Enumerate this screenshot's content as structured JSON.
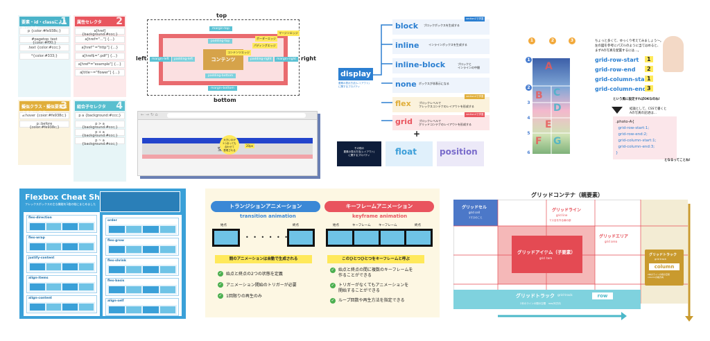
{
  "selectors": {
    "box1_title": "要素・id・classによるセレクタ",
    "box1_num": "1",
    "box1_rows": [
      "p {color:#fe938c;}",
      "#pagetop_text {color:#f00;}",
      ".text {color:#ccc;}",
      "*{color:#333;}"
    ],
    "box2_title": "属性セレクタ",
    "box2_num": "2",
    "box2_rows": [
      "a[href] {background:#ccc;}",
      "a[href=\"...\"] {...}",
      "a[href^=\"http\"] {...}",
      "a[href$=\".pdf\"] {...}",
      "a[href*=\"example\"] {...}",
      "a[title~=\"flower\"] {...}"
    ],
    "box3_title": "擬似クラス・擬似要素によるセレクタ",
    "box3_num": "3",
    "box3_rows": [
      "a:hover {color:#fe938c;}",
      "p::before {color:#fe938c;}"
    ],
    "box4_title": "組合子セレクタ",
    "box4_num": "4",
    "box4_rows": [
      "p a {background:#ccc;}",
      "p > a {background:#ccc;}",
      "p + a {background:#ccc;}",
      "p ~ a {background:#ccc;}"
    ]
  },
  "boxmodel": {
    "top": "top",
    "bottom": "bottom",
    "left": "left",
    "right": "right",
    "margin_top": "margin-top",
    "padding_top": "padding-top",
    "margin_left": "margin-left",
    "padding_left": "padding-left",
    "content": "コンテンツ",
    "padding_right": "padding-right",
    "margin_right": "margin-right",
    "padding_bottom": "padding-bottom",
    "margin_bottom": "margin-bottom",
    "border_edge": "ボーダーエッジ",
    "margin_edge": "マージンエッジ",
    "padding_edge": "パディングエッジ",
    "content_edge": "コンテンツエッジ"
  },
  "emptyelem": {
    "label": "空の要素",
    "bubble": "大きいのが\n2つあっても\n合わせて\n表現される",
    "tag": "20px"
  },
  "display": {
    "title": "display",
    "subtitle": "要素の表示方法(レイアウト)\nに関するプロパティ",
    "items": [
      {
        "name": "block",
        "desc": "ブロックボックスを生成する",
        "tag": "section2で学習"
      },
      {
        "name": "inline",
        "desc": "インラインボックスを生成する",
        "tag": ""
      },
      {
        "name": "inline-block",
        "desc": "ブロックと\nインラインの中間",
        "tag": ""
      },
      {
        "name": "none",
        "desc": "ボックスが非表示になる",
        "tag": ""
      },
      {
        "name": "flex",
        "desc": "ブロックレベルで\nフレックスコンテナのレイアウトを形成する",
        "tag": "section4で学習"
      },
      {
        "name": "grid",
        "desc": "ブロックレベルで\nグリッドコンテナのレイアウトを形成する",
        "tag": "section4で学習"
      }
    ],
    "plus": "+",
    "bottom_left": "その他の\n要素の表示方法(レイアウト)\nに関するプロパティ",
    "float": "float",
    "position": "position"
  },
  "gridphoto": {
    "intro": "ちょっと多くて、ゆっくり考えてみましょう～。\n左の図を参考にパズルのように当てはめると、\nまずAの写真を配置するには…。",
    "lines": [
      {
        "prop": "grid-row-start",
        "val": "1"
      },
      {
        "prop": "grid-row-end",
        "val": "2"
      },
      {
        "prop": "grid-column-start",
        "val": "1"
      },
      {
        "prop": "grid-column-end",
        "val": "3"
      }
    ],
    "note": "という風に設定すればOKなのね!",
    "conclusion": "結論として、CSSで書くと\nAの写真の記述は…",
    "code": [
      ".photo-A{",
      "  grid-row-start:1;",
      "  grid-row-end:2;",
      "  grid-column-start:1;",
      "  grid-column-end:3;",
      "}"
    ],
    "ending": "となるってことね!",
    "letters": [
      "A",
      "B",
      "C",
      "D",
      "E",
      "F",
      "G"
    ],
    "row_nums": [
      "1",
      "2",
      "3",
      "4",
      "5",
      "6"
    ],
    "col_nums": [
      "1",
      "2",
      "3"
    ]
  },
  "cheatsheet": {
    "title": "Flexbox Cheat Sheet",
    "subtitle": "フレックスボックスの主な機能を1枚の絵にまとめました",
    "sections": [
      "flex-direction",
      "flex-wrap",
      "justify-content",
      "align-items",
      "align-content",
      "order",
      "flex-grow",
      "flex-shrink",
      "flex-basis",
      "align-self"
    ]
  },
  "animation": {
    "left_header": "トランジションアニメーション",
    "left_sub": "transition animation",
    "right_header": "キーフレームアニメーション",
    "right_sub": "keyframe animation",
    "start": "始点",
    "end": "終点",
    "keyframe": "キーフレーム",
    "left_caption": "間のアニメーションは自動で生成される",
    "right_caption": "このひとつひとつをキーフレームと呼ぶ",
    "left_points": [
      "始点と終点の2つの状態を定義",
      "アニメーション開始のトリガーが必要",
      "1回限りの再生のみ"
    ],
    "right_points": [
      "始点と終点の間に複数のキーフレームを\n作ることができる",
      "トリガーがなくてもアニメーションを\n開始することができる",
      "ループ回数や再生方法を指定できる"
    ]
  },
  "gridcontainer": {
    "title": "グリッドコンテナ（親要素）",
    "cell": "グリッドセル",
    "cell_en": "grid cell",
    "cell_note": "1マスのこと",
    "line": "グリッドライン",
    "line_en": "grid line",
    "line_note": "マス目を作る線の部",
    "area": "グリッドエリア",
    "area_en": "grid area",
    "item": "グリッドアイテム（子要素）",
    "item_en": "grid item",
    "track": "グリッドトラック",
    "track_en": "grid track",
    "row": "row",
    "track_note": "2本のラインの間の空間　row/列方向",
    "vtrack": "グリッドトラック",
    "vtrack_en": "grid track",
    "column": "column",
    "vtrack_note": "2本のラインの間の空間\ncolumnの縦方向"
  }
}
